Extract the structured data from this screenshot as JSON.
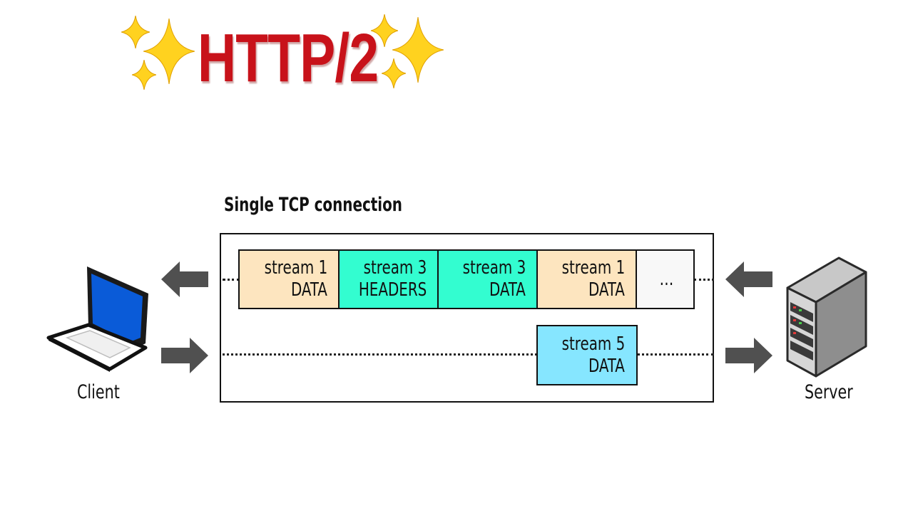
{
  "title": "HTTP/2",
  "connection_label": "Single TCP connection",
  "client_label": "Client",
  "server_label": "Server",
  "colors": {
    "title_red": "#c8121a",
    "sparkle_yellow": "#ffd21f",
    "stream1_bg": "#fde5bf",
    "stream3_bg": "#33fdd0",
    "stream5_bg": "#86e6ff",
    "ellipsis_bg": "#f8f8f8",
    "arrow_gray": "#505050",
    "laptop_screen": "#0a5bd8",
    "server_gray": "#9a9a9a"
  },
  "frames_row1": [
    {
      "stream": "stream 1",
      "type": "DATA"
    },
    {
      "stream": "stream 3",
      "type": "HEADERS"
    },
    {
      "stream": "stream 3",
      "type": "DATA"
    },
    {
      "stream": "stream 1",
      "type": "DATA"
    },
    {
      "ellipsis": "…"
    }
  ],
  "frames_row2": [
    {
      "stream": "stream 5",
      "type": "DATA"
    }
  ]
}
